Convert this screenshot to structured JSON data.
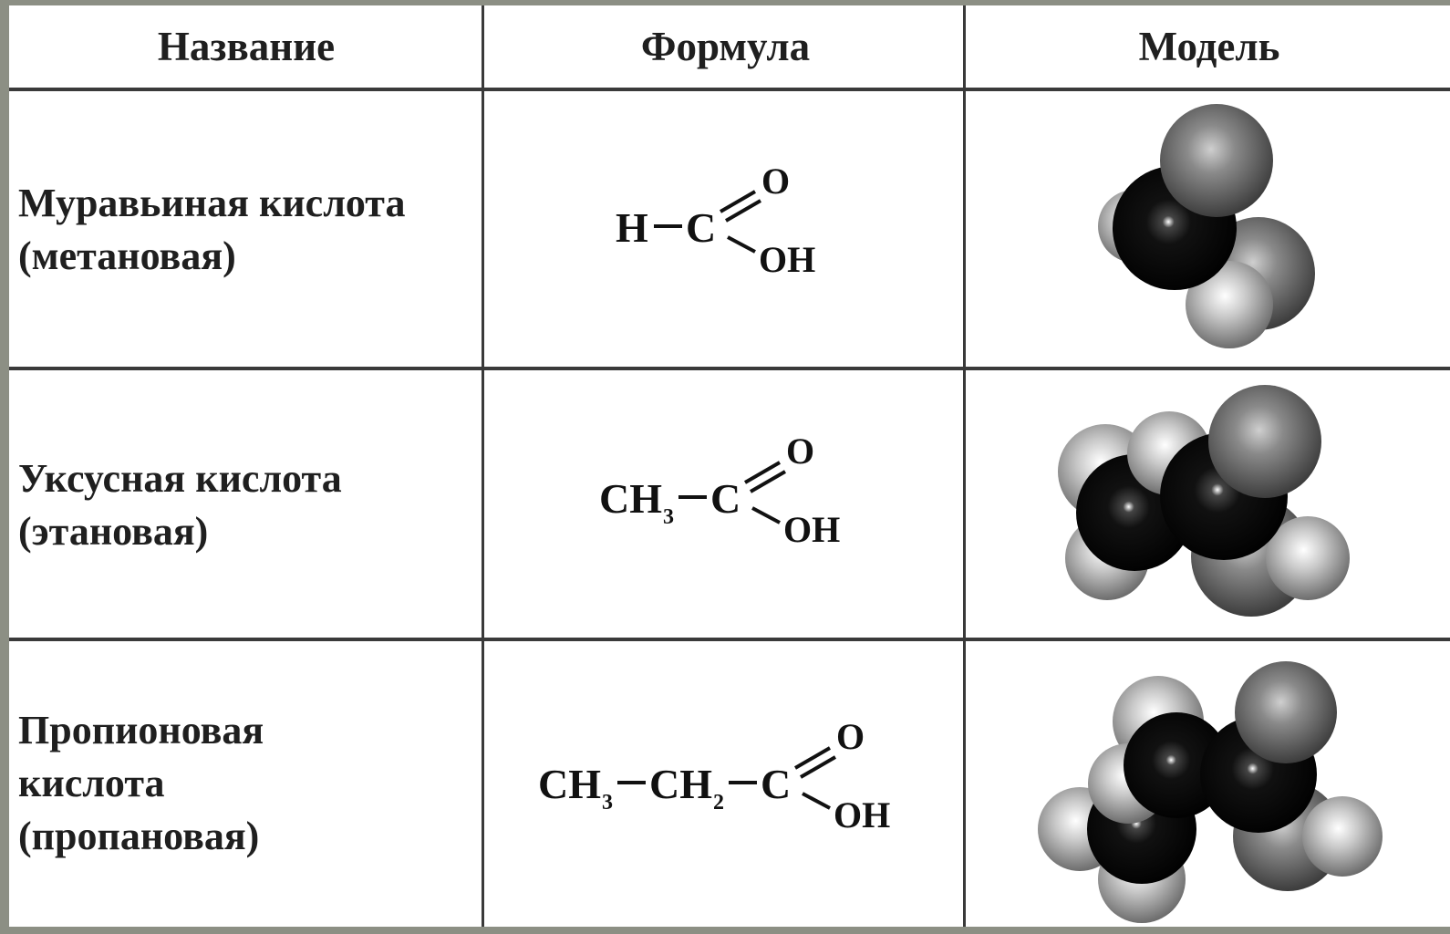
{
  "table": {
    "headers": [
      "Название",
      "Формула",
      "Модель"
    ],
    "rows": [
      {
        "name_lines": [
          "Муравьиная кислота",
          "(метановая)"
        ],
        "formula": {
          "chain": [
            "H"
          ],
          "acid": "C",
          "o": "O",
          "oh": "OH"
        }
      },
      {
        "name_lines": [
          "Уксусная кислота",
          "(этановая)"
        ],
        "formula": {
          "chain": [
            "CH",
            "3"
          ],
          "acid": "C",
          "o": "O",
          "oh": "OH"
        }
      },
      {
        "name_lines": [
          "Пропионовая",
          "кислота",
          "(пропановая)"
        ],
        "formula": {
          "chain": [
            "CH",
            "3",
            "CH",
            "2"
          ],
          "acid": "C",
          "o": "O",
          "oh": "OH"
        }
      }
    ]
  },
  "colors": {
    "background": "#8c8f84",
    "grid_line": "#3a3a3a",
    "carbon_atom": "#111111",
    "oxygen_atom": "#7a7a7a",
    "hydrogen_atom": "#c9c9c9"
  }
}
